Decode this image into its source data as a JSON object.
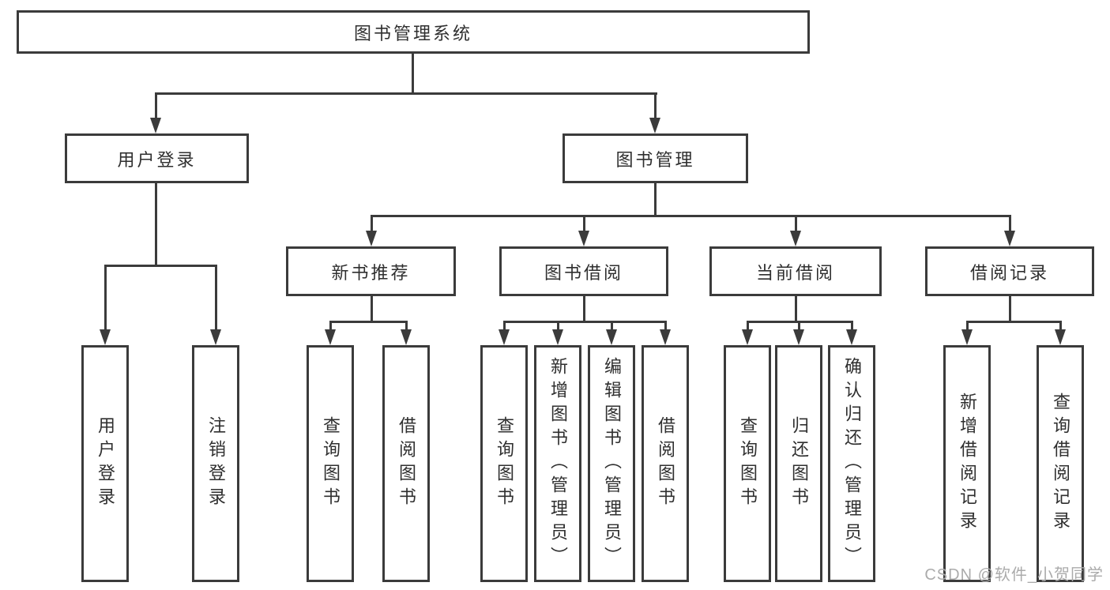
{
  "diagram_type": "hierarchy-tree",
  "colors": {
    "background": "#ffffff",
    "line": "#3b3b3b",
    "text": "#2f2f2f",
    "watermark": "#ababab"
  },
  "tree": {
    "root": {
      "label": "图书管理系统",
      "children": [
        {
          "label": "用户登录",
          "children": [
            {
              "label": "用户登录"
            },
            {
              "label": "注销登录"
            }
          ]
        },
        {
          "label": "图书管理",
          "children": [
            {
              "label": "新书推荐",
              "children": [
                {
                  "label": "查询图书"
                },
                {
                  "label": "借阅图书"
                }
              ]
            },
            {
              "label": "图书借阅",
              "children": [
                {
                  "label": "查询图书"
                },
                {
                  "label": "新增图书（管理员）"
                },
                {
                  "label": "编辑图书（管理员）"
                },
                {
                  "label": "借阅图书"
                }
              ]
            },
            {
              "label": "当前借阅",
              "children": [
                {
                  "label": "查询图书"
                },
                {
                  "label": "归还图书"
                },
                {
                  "label": "确认归还（管理员）"
                }
              ]
            },
            {
              "label": "借阅记录",
              "children": [
                {
                  "label": "新增借阅记录"
                },
                {
                  "label": "查询借阅记录"
                }
              ]
            }
          ]
        }
      ]
    }
  },
  "watermark": "CSDN @软件_小贺同学"
}
